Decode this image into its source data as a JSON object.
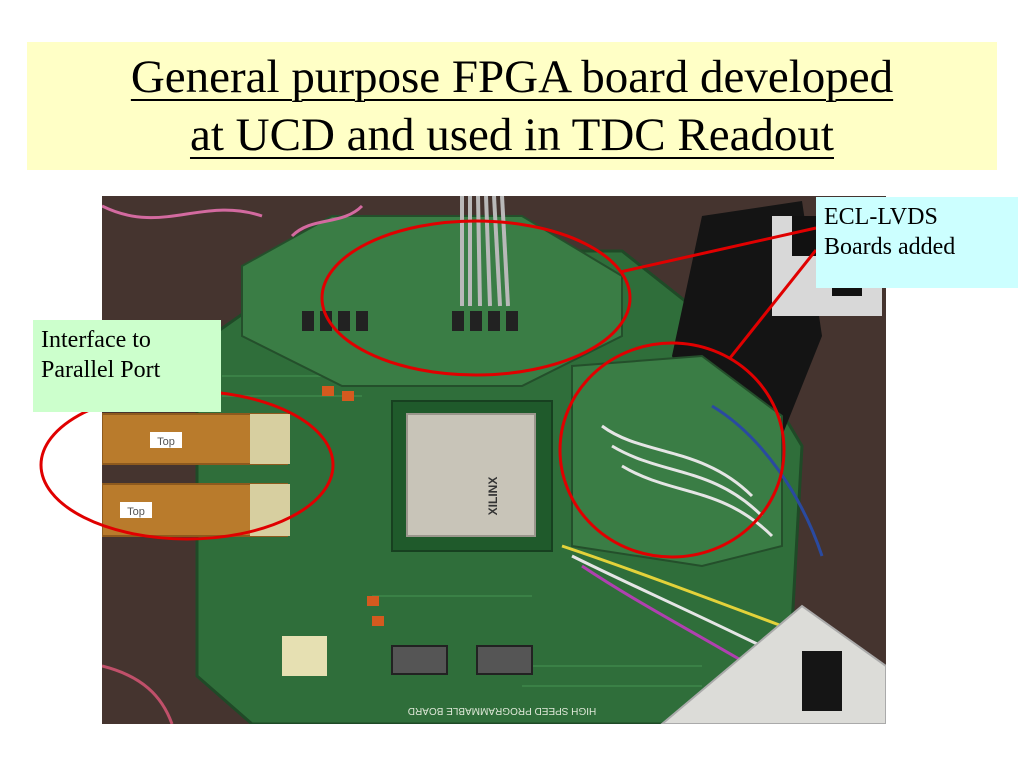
{
  "slide": {
    "title_line1": "General purpose FPGA board developed",
    "title_line2": "at UCD and used in TDC Readout",
    "title_bg": "#ffffc6"
  },
  "photo": {
    "chip_brand": "XILINX",
    "board_label": "HIGH SPEED PROGRAMMABLE BOARD",
    "ribbon_tag_1": "Top",
    "ribbon_tag_2": "Top",
    "board_color": "#2f6e3a",
    "table_color": "#4a3a33"
  },
  "callouts": {
    "ecl_lvds": {
      "line1": "ECL-LVDS",
      "line2": "Boards added",
      "bg": "#ccffff"
    },
    "parallel_port": {
      "line1": "Interface to",
      "line2": "Parallel Port",
      "bg": "#ccffcc"
    }
  },
  "annotation_color": "#e00000"
}
